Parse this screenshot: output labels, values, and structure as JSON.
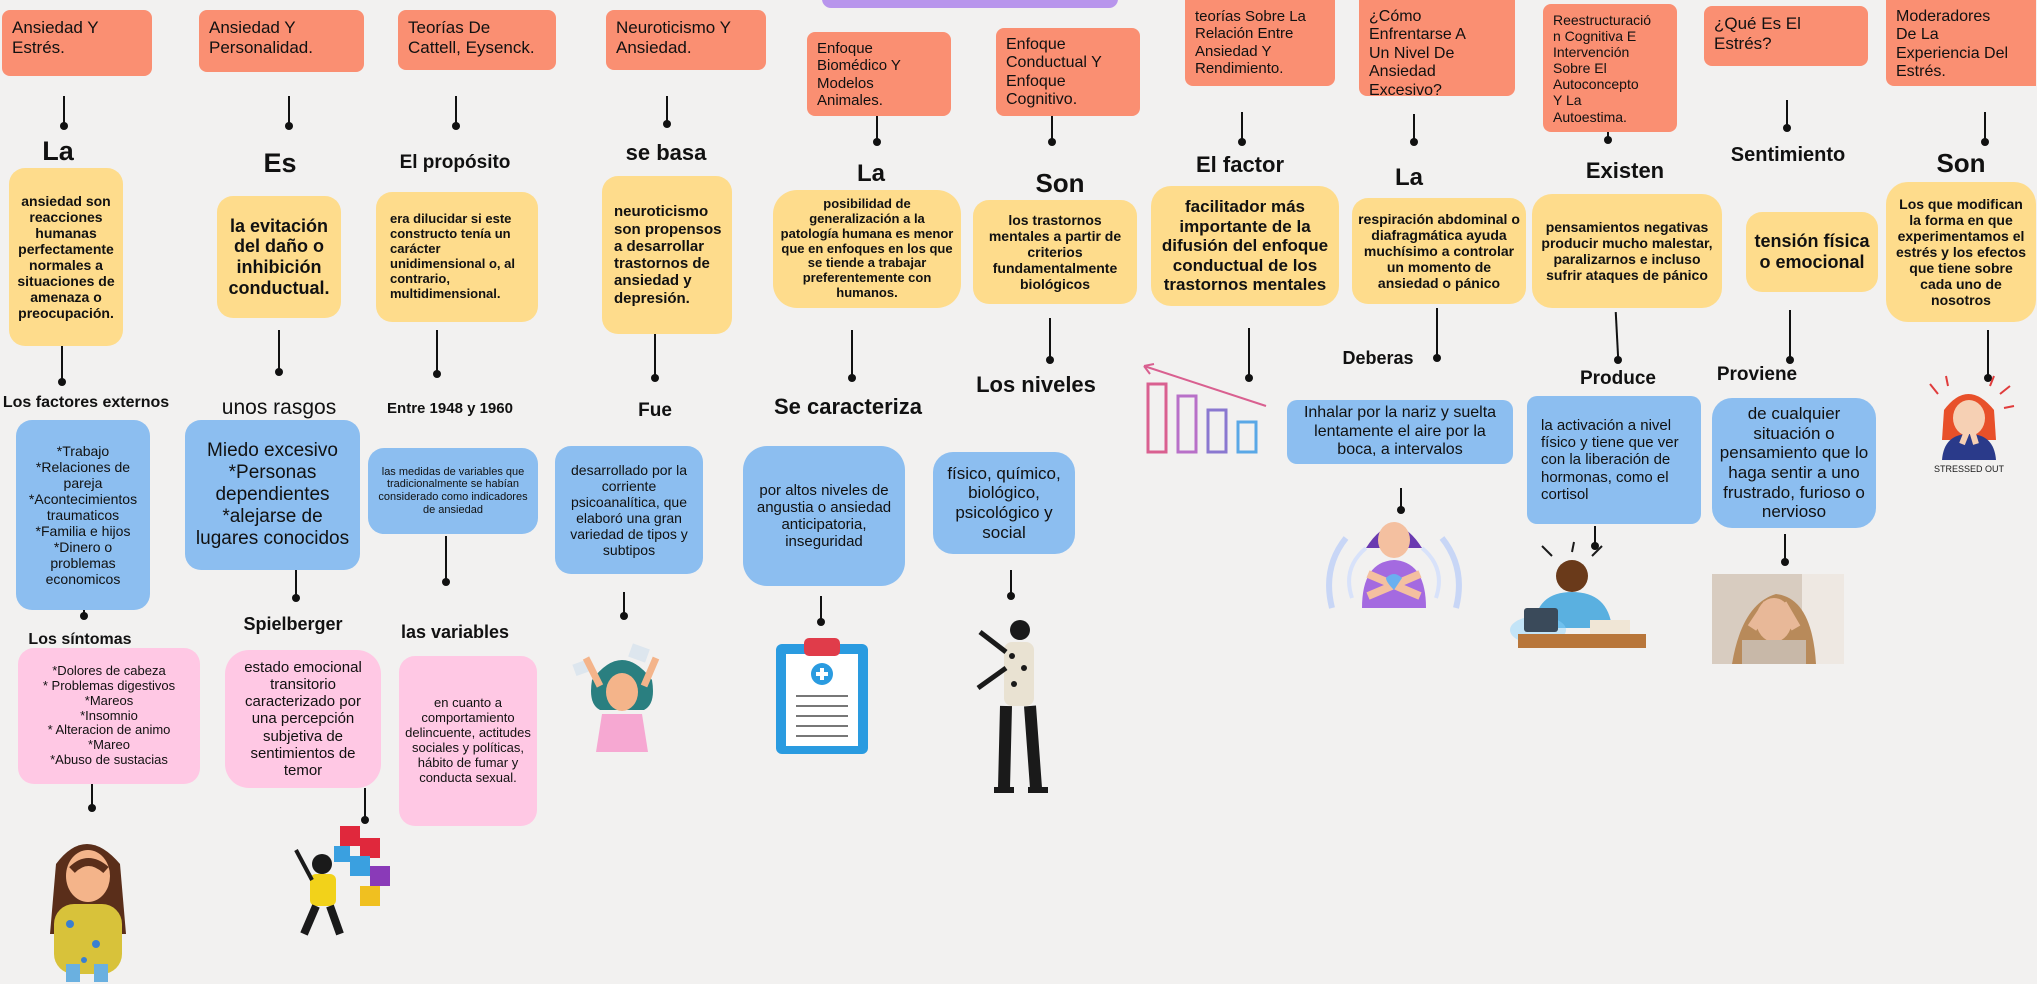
{
  "columns": [
    {
      "id": "c1",
      "header": "Ansiedad Y\nEstrés.",
      "connector1": "La",
      "main": "ansiedad son reacciones humanas perfectamente normales a situaciones de amenaza o preocupación.",
      "connector2": "Los factores externos",
      "detail": "*Trabajo\n*Relaciones de pareja\n*Acontecimientos traumaticos\n*Familia e hijos\n*Dinero o problemas economicos",
      "connector3": "Los síntomas",
      "detail2": "*Dolores de cabeza\n* Problemas digestivos\n*Mareos\n*Insomnio\n* Alteracion de animo\n*Mareo\n*Abuso de sustacias"
    },
    {
      "id": "c2",
      "header": "Ansiedad Y Personalidad.",
      "connector1": "Es",
      "main": "la evitación del daño o inhibición conductual.",
      "connector2": "unos rasgos",
      "detail": "Miedo excesivo\n*Personas dependientes\n*alejarse de lugares conocidos",
      "connector3": "Spielberger",
      "detail2": "estado emocional transitorio caracterizado por una percepción subjetiva de sentimientos de temor"
    },
    {
      "id": "c3",
      "header": "Teorías De\nCattell, Eysenck.",
      "connector1": "El propósito",
      "main": "era dilucidar si este constructo tenía un carácter unidimensional o, al contrario, multidimensional.",
      "connector2": "Entre 1948 y 1960",
      "detail": "las medidas de variables que tradicionalmente se habían considerado como indicadores de ansiedad",
      "connector3": "las variables",
      "detail2": "en cuanto a comportamiento delincuente, actitudes sociales y políticas, hábito de fumar y conducta sexual."
    },
    {
      "id": "c4",
      "header": "Neuroticismo Y\nAnsiedad.",
      "connector1": "se basa",
      "main": "neuroticismo son propensos a desarrollar trastornos de ansiedad y depresión.",
      "connector2": "Fue",
      "detail": "desarrollado por la corriente psicoanalítica, que elaboró una gran variedad de tipos y subtipos"
    },
    {
      "id": "c5",
      "header": "Enfoque\nBiomédico Y\nModelos\nAnimales.",
      "connector1": "La",
      "main": "posibilidad de generalización a la patología humana es menor que en enfoques en los que se tiende a trabajar preferentemente con humanos.",
      "connector2": "Se caracteriza",
      "detail": "por altos niveles de angustia o ansiedad anticipatoria, inseguridad"
    },
    {
      "id": "c6",
      "header": "Enfoque\nConductual Y\nEnfoque\nCognitivo.",
      "connector1": "Son",
      "main": "los trastornos mentales a partir de criterios fundamentalmente biológicos",
      "connector2": "Los niveles",
      "detail": "físico, químico, biológico, psicológico y social"
    },
    {
      "id": "c7",
      "header": "teorías Sobre La\nRelación Entre\nAnsiedad Y\nRendimiento.",
      "connector1": "El factor",
      "main": "facilitador más importante de la difusión del enfoque conductual de los trastornos mentales"
    },
    {
      "id": "c8",
      "header": "¿Cómo\nEnfrentarse A\nUn Nivel De\nAnsiedad\nExcesivo?",
      "connector1": "La",
      "main": "respiración abdominal o diafragmática ayuda muchísimo a controlar un momento de ansiedad o pánico",
      "connector2": "Deberas",
      "detail": "Inhalar por la nariz y suelta lentamente el aire por la boca, a intervalos"
    },
    {
      "id": "c9",
      "header": "Reestructuració\nn Cognitiva E\nIntervención\nSobre El\nAutoconcepto\nY La\nAutoestima.",
      "connector1": "Existen",
      "main": "pensamientos negativas producir mucho malestar, paralizarnos e incluso sufrir ataques de pánico",
      "connector2": "Produce",
      "detail": "la activación a nivel físico y tiene que ver con la liberación de hormonas, como el cortisol"
    },
    {
      "id": "c10",
      "header": "¿Qué Es El\nEstrés?",
      "connector1": "Sentimiento",
      "main": "tensión física o emocional",
      "connector2": "Proviene",
      "detail": "de cualquier situación o pensamiento que lo haga sentir a uno frustrado, furioso o nervioso"
    },
    {
      "id": "c11",
      "header": "Moderadores\nDe La\nExperiencia Del\nEstrés.",
      "connector1": "Son",
      "main": "Los que modifican la forma en que experimentamos el estrés y los efectos que tiene sobre cada uno de nosotros"
    }
  ],
  "sticker_text": "STRESSED OUT",
  "colors": {
    "background": "#f2f1f0",
    "orange": "#fa8f72",
    "yellow": "#fedc8c",
    "blue": "#8cbef0",
    "pink": "#ffc8e4",
    "purple": "#b895ec"
  },
  "illustrations": [
    "crying-woman-icon",
    "puzzle-person-icon",
    "stressed-woman-icon",
    "clipboard-icon",
    "dancing-man-icon",
    "declining-chart-icon",
    "breathing-woman-icon",
    "stressed-man-desk-icon",
    "woman-face-in-hands-photo",
    "stressed-out-sticker-icon"
  ]
}
